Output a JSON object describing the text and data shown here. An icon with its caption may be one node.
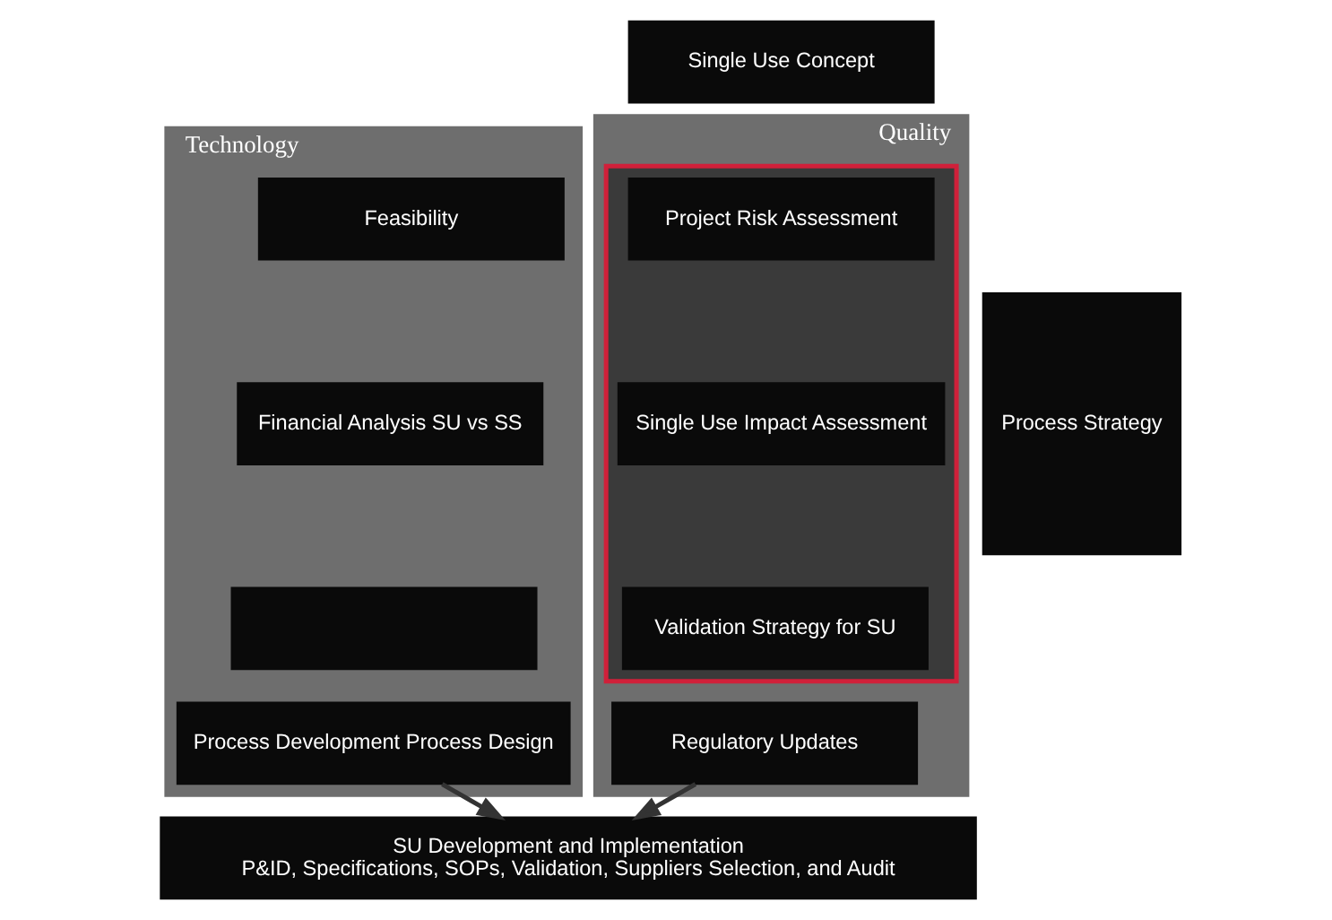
{
  "diagram": {
    "nodes": [
      {
        "text": [
          "Single Use Concept"
        ]
      },
      {
        "text": [
          "Technology"
        ]
      },
      {
        "text": [
          "Feasibility"
        ],
        "in": 1
      },
      {
        "text": [
          "Financial Analysis SU vs SS"
        ],
        "in": 1
      },
      {
        "text": [],
        "shape": "box",
        "in": 1
      },
      {
        "text": [
          "Process Development Process Design"
        ],
        "in": 1
      },
      {
        "text": [
          "Process Strategy"
        ]
      },
      {
        "text": [
          "Quality"
        ]
      },
      {
        "text": [],
        "shape": "box",
        "in": 7
      },
      {
        "text": [
          "Project Risk Assessment"
        ],
        "in": 8
      },
      {
        "text": [
          "Single Use Impact Assessment"
        ],
        "in": 8
      },
      {
        "text": [
          "Validation Strategy for SU"
        ],
        "in": 8
      },
      {
        "text": [
          "Regulatory Updates"
        ],
        "in": 7
      },
      {
        "text": [
          "SU Development and Implementation",
          "P&ID, Specifications, SOPs, Validation, Suppliers Selection, and Audit"
        ]
      }
    ],
    "edges": [
      {
        "from": 5,
        "to": 13,
        "arrow": "to"
      },
      {
        "from": 12,
        "to": 13,
        "arrow": "to"
      }
    ]
  }
}
